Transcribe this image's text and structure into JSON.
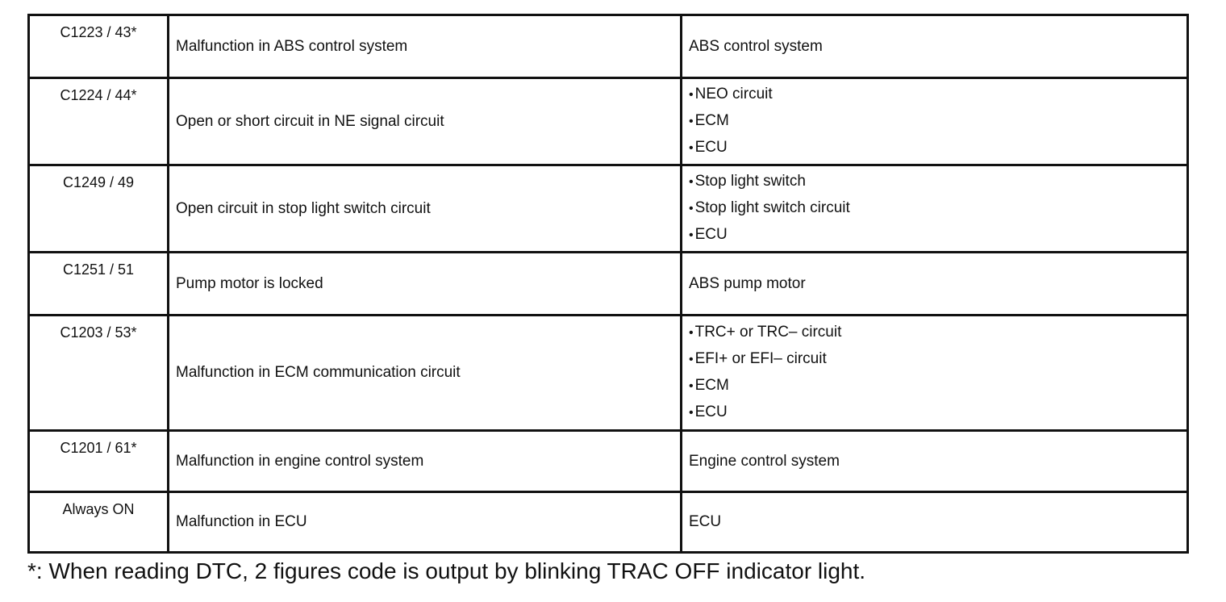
{
  "rows": [
    {
      "code": "C1223 / 43*",
      "problem": "Malfunction in ABS control system",
      "area": [
        "ABS control system"
      ]
    },
    {
      "code": "C1224 / 44*",
      "problem": "Open or short circuit in NE signal circuit",
      "area": [
        "NEO  circuit",
        "ECM",
        "ECU"
      ]
    },
    {
      "code": "C1249 / 49",
      "problem": "Open circuit in stop light switch circuit",
      "area": [
        "Stop light switch",
        "Stop light switch circuit",
        "ECU"
      ]
    },
    {
      "code": "C1251 / 51",
      "problem": "Pump motor is locked",
      "area": [
        "ABS pump motor"
      ]
    },
    {
      "code": "C1203 / 53*",
      "problem": "Malfunction in ECM communication circuit",
      "area": [
        "TRC+ or TRC– circuit",
        "EFI+ or EFI– circuit",
        "ECM",
        "ECU"
      ]
    },
    {
      "code": "C1201 / 61*",
      "problem": "Malfunction in engine control system",
      "area": [
        "Engine control system"
      ]
    },
    {
      "code": "Always ON",
      "problem": "Malfunction in ECU",
      "area": [
        "ECU"
      ]
    }
  ],
  "footnote": "*: When reading DTC, 2 figures code is output by blinking TRAC OFF indicator light."
}
